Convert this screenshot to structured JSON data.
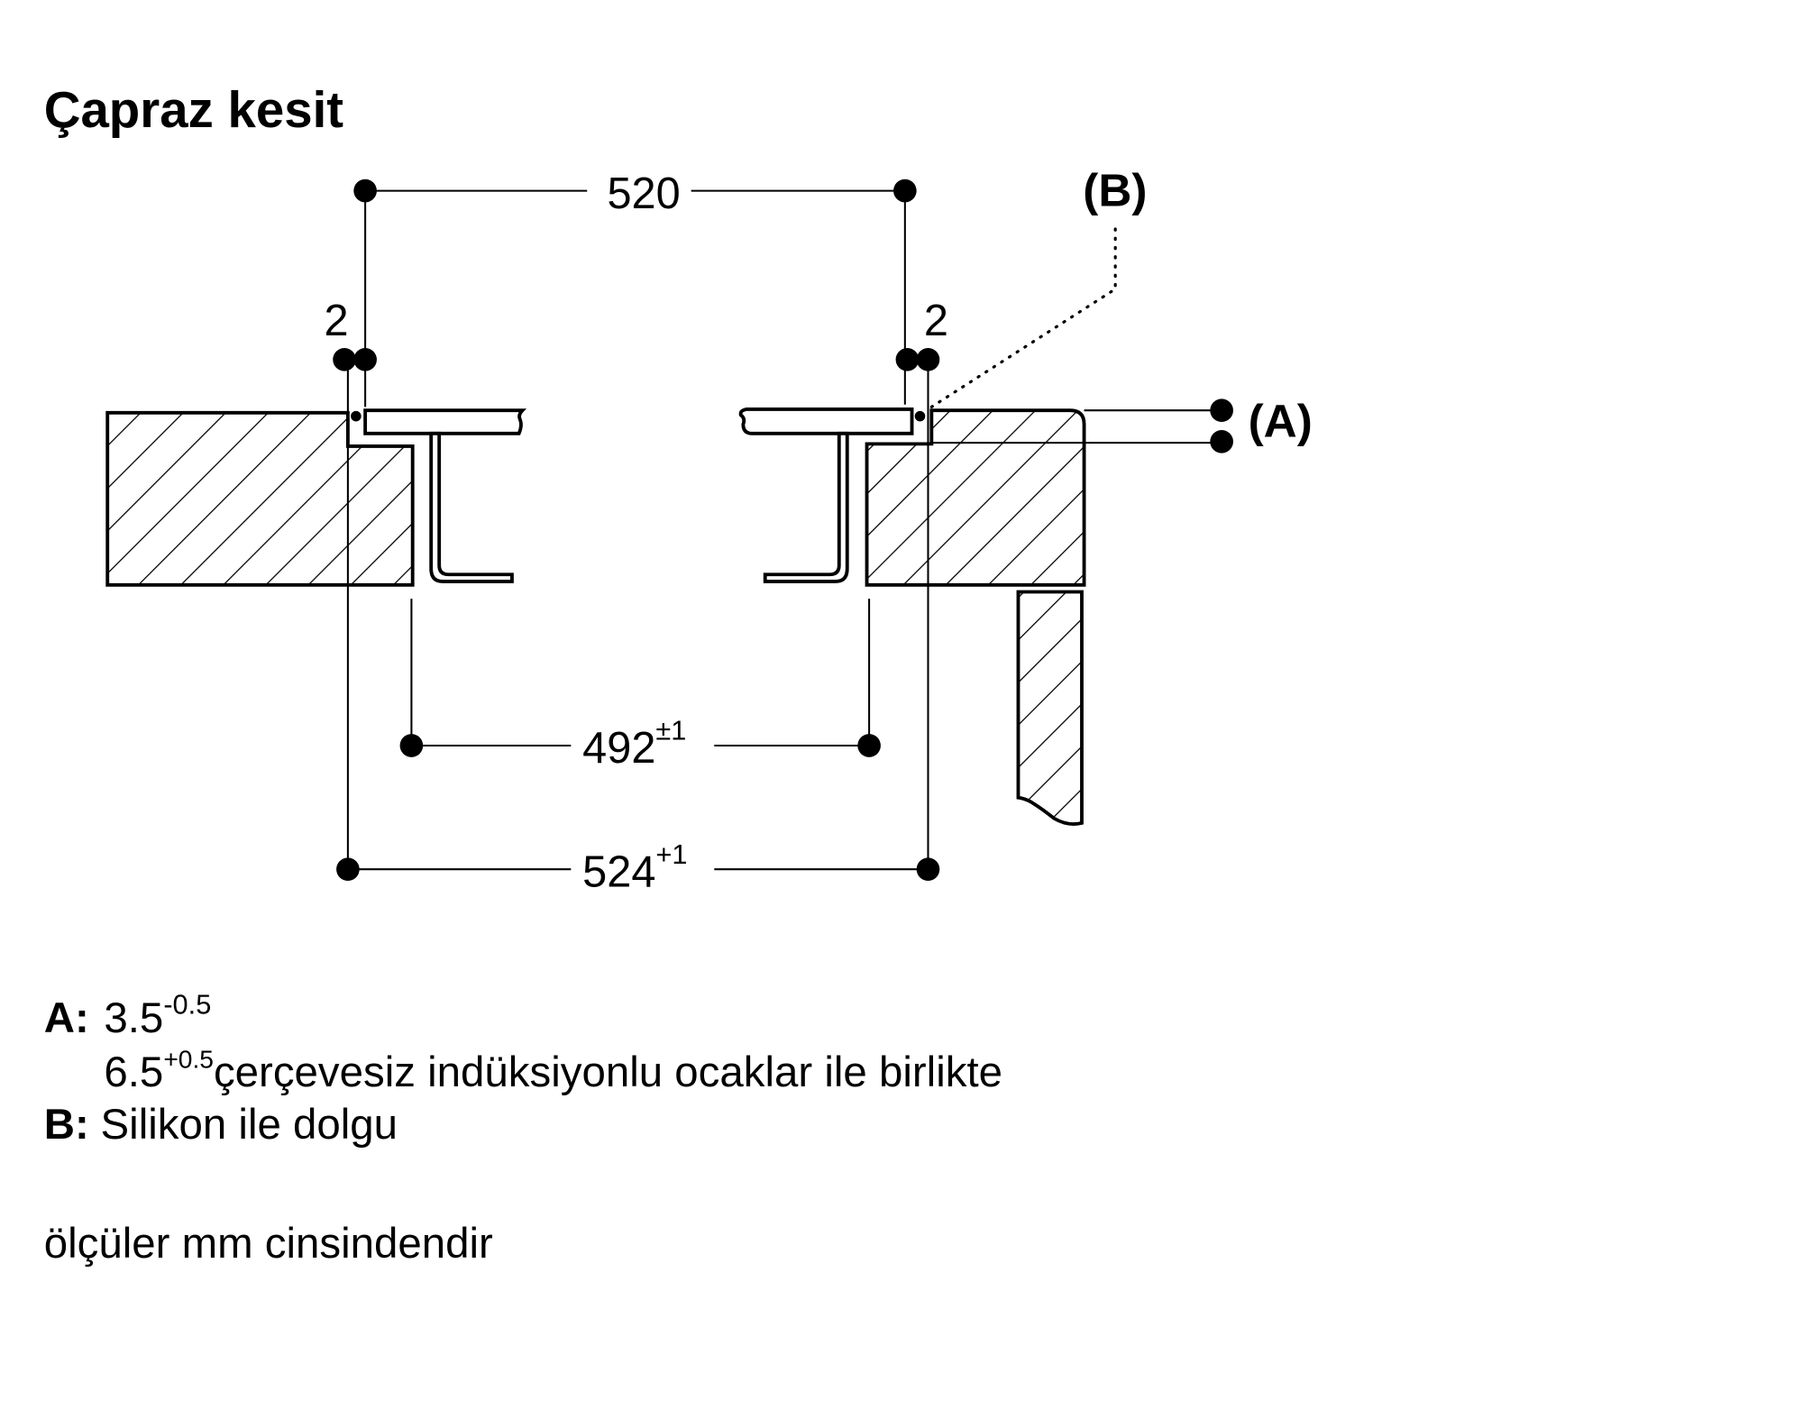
{
  "title": "Çapraz kesit",
  "dimensions": {
    "top_width": "520",
    "gap_left": "2",
    "gap_right": "2",
    "inner_width": "492",
    "inner_width_tol": "±1",
    "cutout_width": "524",
    "cutout_width_tol": "+1",
    "label_a": "(A)",
    "label_b": "(B)"
  },
  "legend": {
    "a_key": "A:",
    "a_value1": "3.5",
    "a_tol1": "-0.5",
    "a_value2": "6.5",
    "a_tol2": "+0.5",
    "a_note": "çerçevesiz indüksiyonlu ocaklar ile birlikte",
    "b_key": "B:",
    "b_value": "Silikon ile dolgu"
  },
  "units_note": "ölçüler mm cinsindendir"
}
